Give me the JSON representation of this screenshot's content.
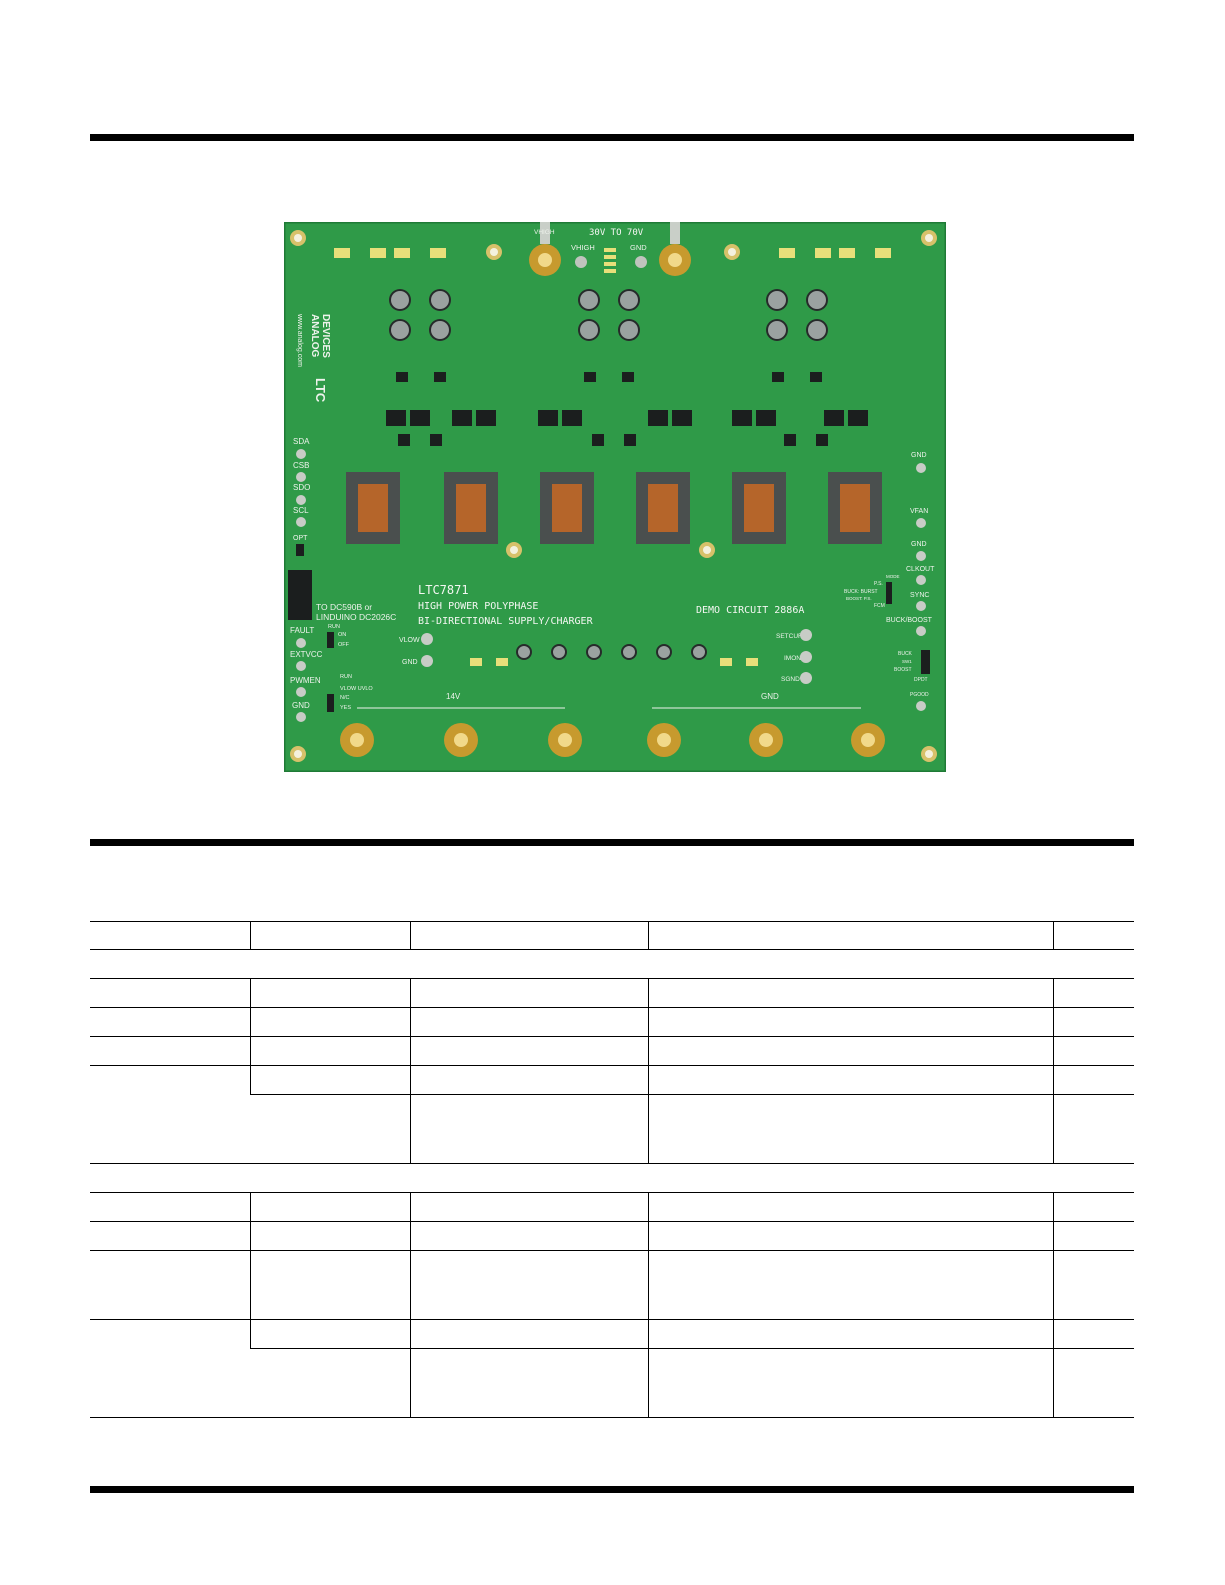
{
  "board": {
    "logo_line1": "ANALOG",
    "logo_line2": "DEVICES",
    "website": "www.analog.com",
    "brand": "LTC",
    "vin_range": "30V TO 70V",
    "vhigh_label": "VHIGH",
    "vhigh_post": "VHIGH",
    "gnd_label": "GND",
    "part_number": "LTC7871",
    "title_line1": "HIGH POWER POLYPHASE",
    "title_line2": "BI-DIRECTIONAL SUPPLY/CHARGER",
    "demo_circuit": "DEMO CIRCUIT 2886A",
    "to_dc_line1": "TO DC590B or",
    "to_dc_line2": "LINDUINO DC2026C",
    "left_pins": [
      "SDA",
      "CSB",
      "SDO",
      "SCL"
    ],
    "opt_label": "OPT",
    "left_lower": [
      "FAULT",
      "EXTVCC",
      "PWMEN",
      "GND"
    ],
    "run_label": "RUN",
    "on_label": "ON",
    "off_label": "OFF",
    "vlow_uvlo": "VLOW UVLO",
    "nc_label": "N/C",
    "yes_label": "YES",
    "vlow_label": "VLOW",
    "gnd_small": "GND",
    "right_pins": [
      "GND",
      "VFAN",
      "GND",
      "CLKOUT",
      "SYNC",
      "BUCK/BOOST"
    ],
    "mode_label": "MODE",
    "ps_label": "P.S.",
    "buck_burst": "BUCK: BURST",
    "boost_ps": "BOOST: P.S.",
    "fcm_label": "FCM",
    "setcur": "SETCUR",
    "imon": "IMON",
    "sgnd": "SGND",
    "buck_label": "BUCK",
    "boost_label": "BOOST",
    "sw_label": "SW1",
    "dpdt_label": "DPDT",
    "pgood": "PGOOD",
    "v14_label": "14V",
    "gnd_bottom": "GND"
  }
}
